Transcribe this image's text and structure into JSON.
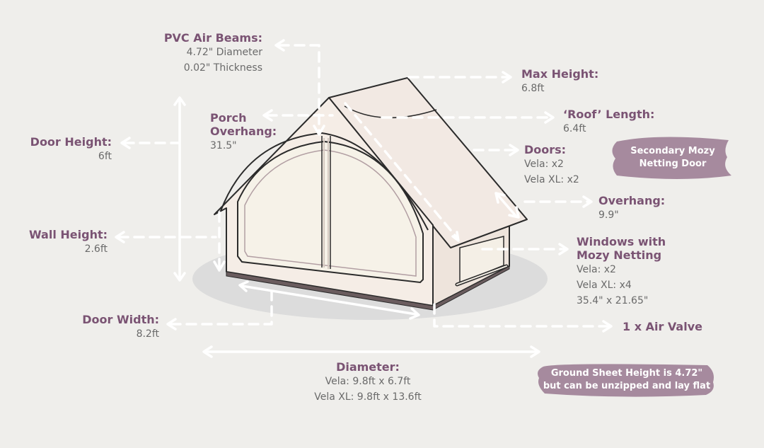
{
  "labels": {
    "pvc": {
      "title": "PVC Air Beams:",
      "values": [
        "4.72\" Diameter",
        "0.02\" Thickness"
      ]
    },
    "porch": {
      "title_lines": [
        "Porch",
        "Overhang:"
      ],
      "value": "31.5\""
    },
    "door_height": {
      "title": "Door Height:",
      "value": "6ft"
    },
    "wall_height": {
      "title": "Wall Height:",
      "value": "2.6ft"
    },
    "door_width": {
      "title": "Door Width:",
      "value": "8.2ft"
    },
    "max_height": {
      "title": "Max Height:",
      "value": "6.8ft"
    },
    "roof_length": {
      "title": "‘Roof’ Length:",
      "value": "6.4ft"
    },
    "doors": {
      "title": "Doors:",
      "values": [
        "Vela: x2",
        "Vela XL: x2"
      ]
    },
    "overhang": {
      "title": "Overhang:",
      "value": "9.9\""
    },
    "windows": {
      "title_lines": [
        "Windows with",
        "Mozy Netting"
      ],
      "values": [
        "Vela: x2",
        "Vela XL: x4",
        "35.4\" x 21.65\""
      ]
    },
    "air_valve": {
      "title": "1 x Air Valve"
    },
    "diameter": {
      "title": "Diameter:",
      "values": [
        "Vela: 9.8ft x 6.7ft",
        "Vela XL: 9.8ft x 13.6ft"
      ]
    }
  },
  "callouts": {
    "secondary_door": [
      "Secondary Mozy",
      "Netting Door"
    ],
    "ground_sheet": [
      "Ground Sheet Height is 4.72\"",
      "but can be unzipped and lay flat"
    ]
  },
  "colors": {
    "background": "#efeeeb",
    "label_title": "#7a5373",
    "label_value": "#6a6a6a",
    "callout_fill": "#a68a9e",
    "tent_fabric": "#f3ebe5",
    "tent_outline": "#2b2b2b",
    "shadow": "#dcdcdc",
    "arrow": "#ffffff"
  }
}
